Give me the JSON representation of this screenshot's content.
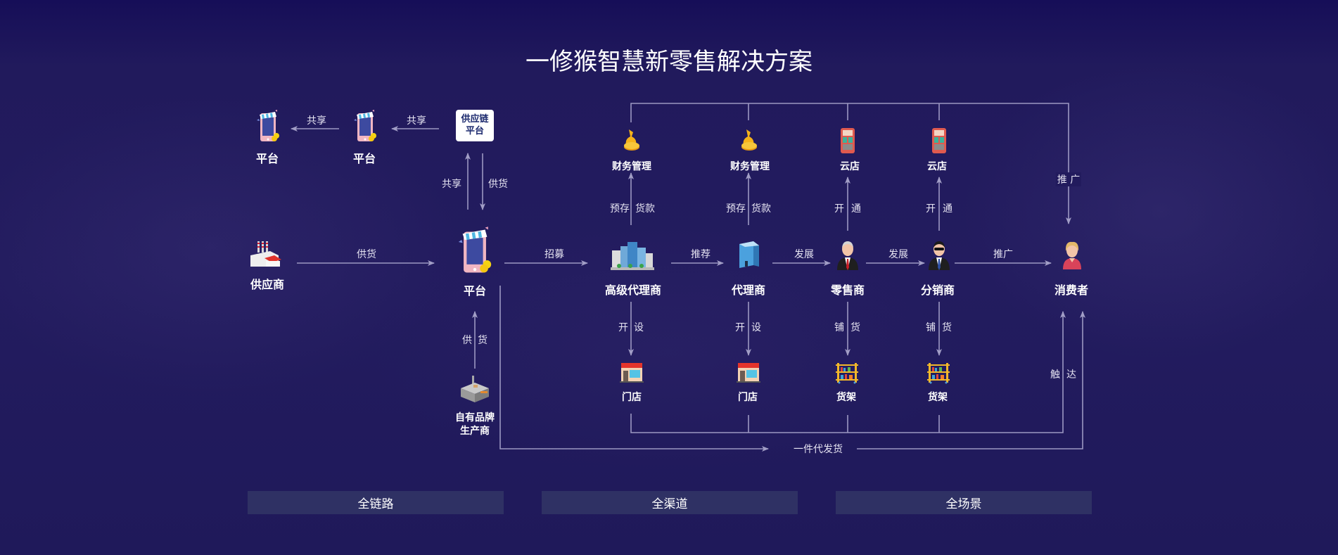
{
  "title": "一修猴智慧新零售解决方案",
  "supply_chain_box": {
    "line1": "供应链",
    "line2": "平台"
  },
  "nodes": {
    "platform_far": {
      "label": "平台",
      "icon": "phone-store-icon"
    },
    "platform_mid": {
      "label": "平台",
      "icon": "phone-store-icon"
    },
    "supplier": {
      "label": "供应商",
      "icon": "factory-icon"
    },
    "platform_main": {
      "label": "平台",
      "icon": "phone-store-icon"
    },
    "own_brand_maker": {
      "line1": "自有品牌",
      "line2": "生产商",
      "icon": "industrial-plant-icon"
    },
    "senior_agent": {
      "label": "高级代理商",
      "icon": "office-buildings-icon"
    },
    "agent": {
      "label": "代理商",
      "icon": "glass-building-icon"
    },
    "retailer": {
      "label": "零售商",
      "icon": "businessman-icon"
    },
    "distributor": {
      "label": "分销商",
      "icon": "businessman-sunglasses-icon"
    },
    "consumer": {
      "label": "消费者",
      "icon": "woman-user-icon"
    },
    "finance_1": {
      "label": "财务管理",
      "icon": "money-bag-icon"
    },
    "finance_2": {
      "label": "财务管理",
      "icon": "money-bag-icon"
    },
    "cloud_store_1": {
      "label": "云店",
      "icon": "mobile-shop-icon"
    },
    "cloud_store_2": {
      "label": "云店",
      "icon": "mobile-shop-icon"
    },
    "store_1": {
      "label": "门店",
      "icon": "storefront-icon"
    },
    "store_2": {
      "label": "门店",
      "icon": "storefront-icon"
    },
    "shelf_1": {
      "label": "货架",
      "icon": "shelf-icon"
    },
    "shelf_2": {
      "label": "货架",
      "icon": "shelf-icon"
    }
  },
  "edges": {
    "share_1": "共享",
    "share_2": "共享",
    "share_up": "共享",
    "supply_down": "供货",
    "supplier_to_platform": "供货",
    "recruit": "招募",
    "recommend": "推荐",
    "develop_1": "发展",
    "develop_2": "发展",
    "promote_row": "推广",
    "promote_top": "推 广",
    "prestore_1": "预存",
    "payment_1": "货款",
    "prestore_2": "预存",
    "payment_2": "货款",
    "open_1": "开",
    "open_1b": "通",
    "open_2": "开",
    "open_2b": "通",
    "setup_1": "开",
    "setup_1b": "设",
    "setup_2": "开",
    "setup_2b": "设",
    "stock_1": "铺",
    "stock_1b": "货",
    "stock_2": "铺",
    "stock_2b": "货",
    "maker_supply_a": "供",
    "maker_supply_b": "货",
    "reach_a": "触",
    "reach_b": "达",
    "dropship": "一件代发货"
  },
  "bottom_bars": [
    {
      "label": "全链路"
    },
    {
      "label": "全渠道"
    },
    {
      "label": "全场景"
    }
  ],
  "colors": {
    "background": "#231c5f",
    "line": "#9c98c2",
    "bar": "#2f3164",
    "box_text": "#1c2a6e"
  }
}
